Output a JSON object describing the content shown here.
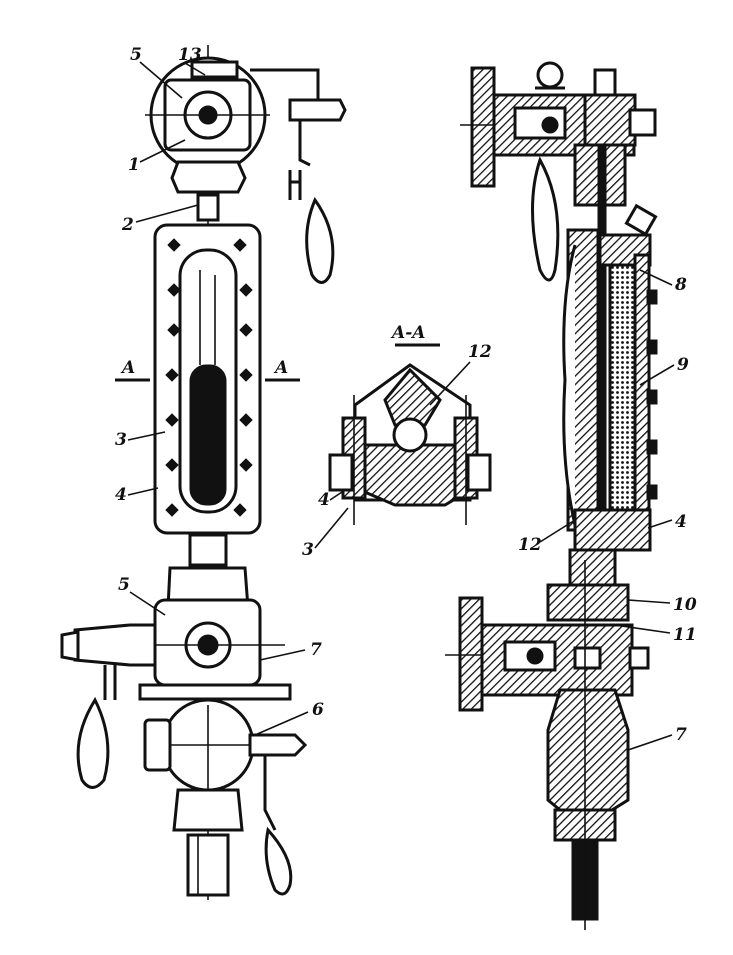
{
  "labels": {
    "l13": "13",
    "l5a": "5",
    "l1": "1",
    "l2": "2",
    "lA1": "A",
    "lA2": "A",
    "l3a": "3",
    "l4a": "4",
    "l5b": "5",
    "l7a": "7",
    "l6": "6",
    "section_title": "A-A",
    "l12a": "12",
    "l4b": "4",
    "l3b": "3",
    "l8": "8",
    "l9": "9",
    "l12b": "12",
    "l4c": "4",
    "l10": "10",
    "l11": "11",
    "l7b": "7"
  }
}
